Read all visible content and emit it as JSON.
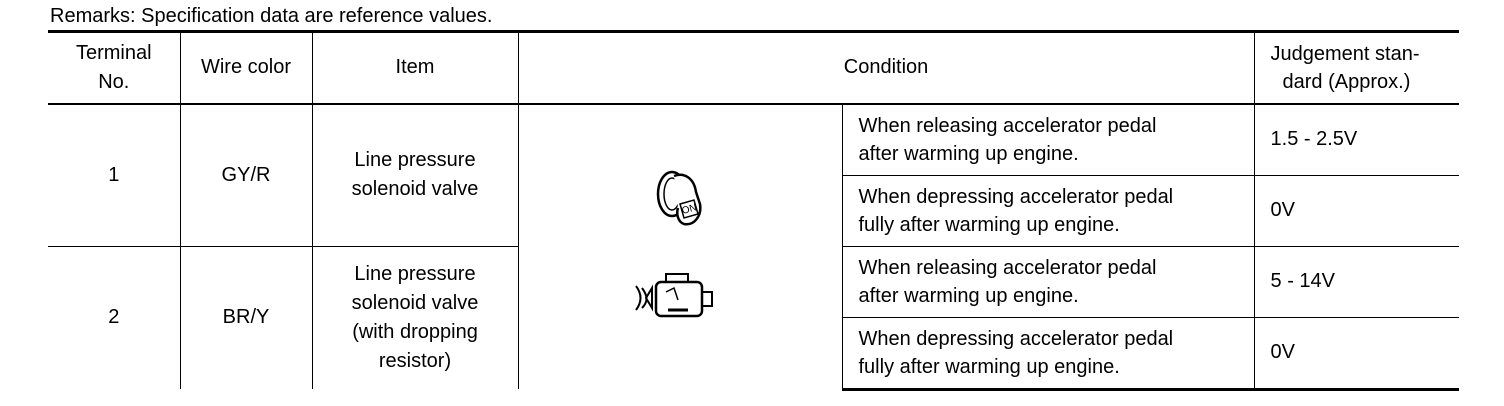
{
  "remarks": "Remarks: Specification data are reference values.",
  "headers": {
    "terminal_line1": "Terminal",
    "terminal_line2": "No.",
    "wire_color": "Wire color",
    "item": "Item",
    "condition": "Condition",
    "judgement_line1": "Judgement stan-",
    "judgement_line2": "dard (Approx.)"
  },
  "rows": [
    {
      "terminal": "1",
      "wire_color": "GY/R",
      "item_lines": [
        "Line pressure",
        "solenoid valve"
      ],
      "conditions": [
        {
          "line1": "When releasing accelerator pedal",
          "line2": "after warming up engine.",
          "value": "1.5 - 2.5V"
        },
        {
          "line1": "When depressing accelerator pedal",
          "line2": "fully after warming up engine.",
          "value": "0V"
        }
      ]
    },
    {
      "terminal": "2",
      "wire_color": "BR/Y",
      "item_lines": [
        "Line pressure",
        "solenoid valve",
        "(with dropping",
        "resistor)"
      ],
      "conditions": [
        {
          "line1": "When releasing accelerator pedal",
          "line2": "after warming up engine.",
          "value": "5 - 14V"
        },
        {
          "line1": "When depressing accelerator pedal",
          "line2": "fully after warming up engine.",
          "value": "0V"
        }
      ]
    }
  ],
  "icons": {
    "ignition": "ignition-on-icon",
    "ignition_text": "ON",
    "engine": "engine-running-icon"
  }
}
